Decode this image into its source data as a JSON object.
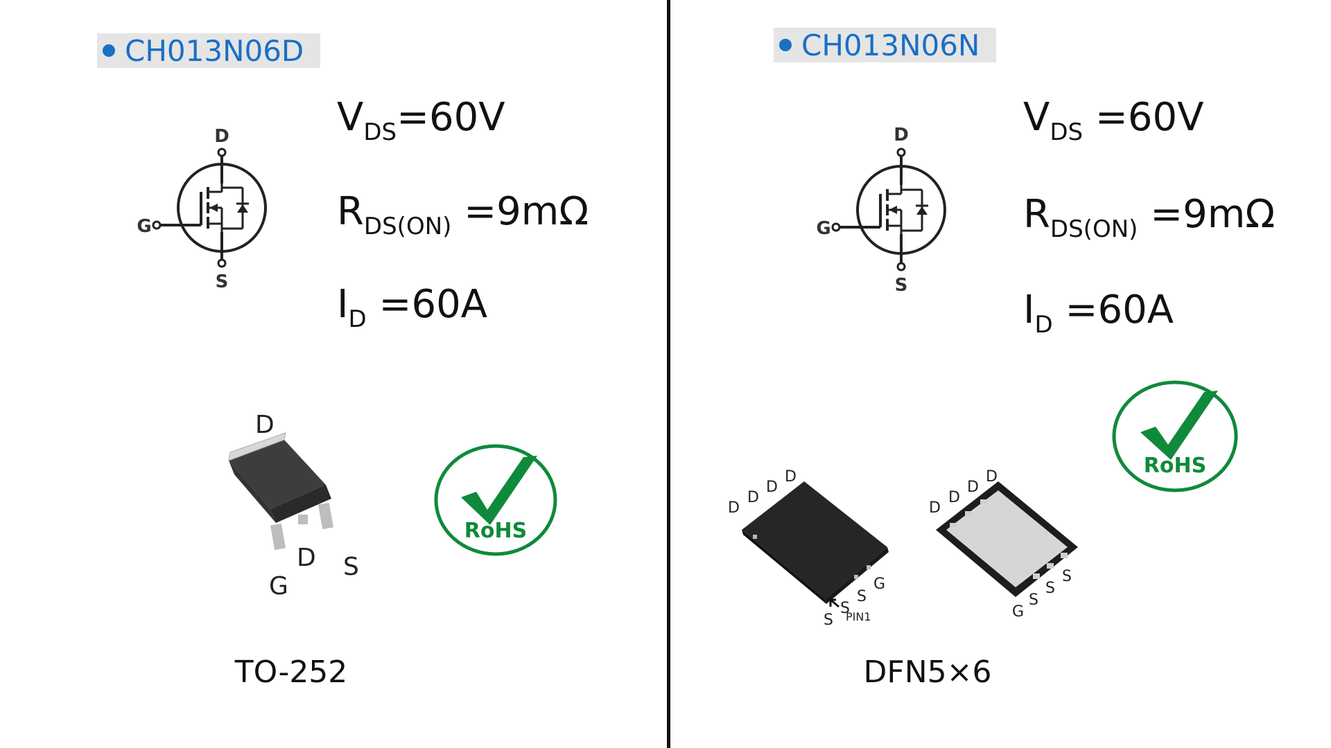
{
  "parts": [
    {
      "part_number": "CH013N06D",
      "specs": {
        "vds": {
          "symbol": "V",
          "sub": "DS",
          "value": "=60V"
        },
        "rds": {
          "symbol": "R",
          "sub": "DS(ON)",
          "value": "=9mΩ"
        },
        "id": {
          "symbol": "I",
          "sub": "D",
          "value": "=60A"
        }
      },
      "symbol_pins": {
        "drain": "D",
        "gate": "G",
        "source": "S"
      },
      "package": {
        "name": "TO-252",
        "pins": {
          "top": "D",
          "gate": "G",
          "drain": "D",
          "source": "S"
        }
      },
      "rohs": "RoHS"
    },
    {
      "part_number": "CH013N06N",
      "specs": {
        "vds": {
          "symbol": "V",
          "sub": "DS",
          "value": "=60V"
        },
        "rds": {
          "symbol": "R",
          "sub": "DS(ON)",
          "value": "=9mΩ"
        },
        "id": {
          "symbol": "I",
          "sub": "D",
          "value": "=60A"
        }
      },
      "symbol_pins": {
        "drain": "D",
        "gate": "G",
        "source": "S"
      },
      "package": {
        "name": "DFN5×6",
        "pin1_label": "PIN1",
        "drain_pin": "D",
        "source_pin": "S",
        "gate_pin": "G"
      },
      "rohs": "RoHS"
    }
  ],
  "colors": {
    "title": "#1a6fc4",
    "title_bg": "#e5e5e5",
    "rohs": "#0f8a3a",
    "divider": "#111111"
  }
}
